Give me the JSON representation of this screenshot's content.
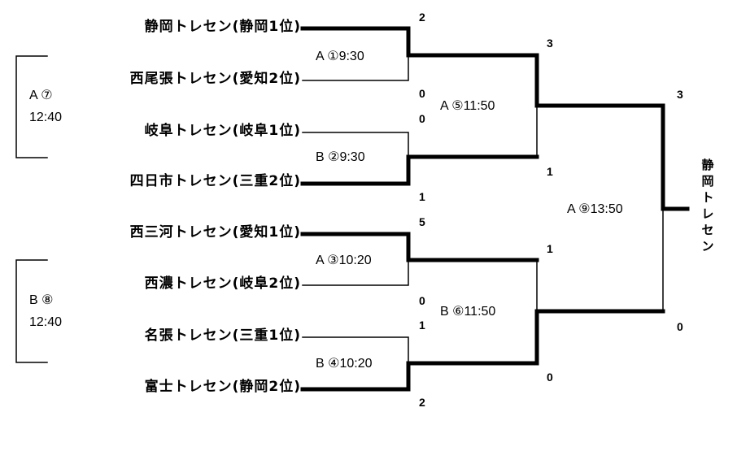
{
  "teams": [
    "静岡トレセン(静岡1位)",
    "西尾張トレセン(愛知2位)",
    "岐阜トレセン(岐阜1位)",
    "四日市トレセン(三重2位)",
    "西三河トレセン(愛知1位)",
    "西濃トレセン(岐阜2位)",
    "名張トレセン(三重1位)",
    "富士トレセン(静岡2位)"
  ],
  "matches": {
    "m1": "A ①9:30",
    "m2": "B ②9:30",
    "m3": "A ③10:20",
    "m4": "B ④10:20",
    "m5": "A ⑤11:50",
    "m6": "B ⑥11:50",
    "m9": "A ⑨13:50"
  },
  "side_matches": {
    "m7": {
      "label": "A ⑦",
      "time": "12:40"
    },
    "m8": {
      "label": "B ⑧",
      "time": "12:40"
    }
  },
  "scores": {
    "r1": [
      "2",
      "0",
      "0",
      "1",
      "5",
      "0",
      "1",
      "2"
    ],
    "r2": [
      "3",
      "1",
      "1",
      "0"
    ],
    "final": [
      "3",
      "0"
    ]
  },
  "winner": "静岡トレセン"
}
